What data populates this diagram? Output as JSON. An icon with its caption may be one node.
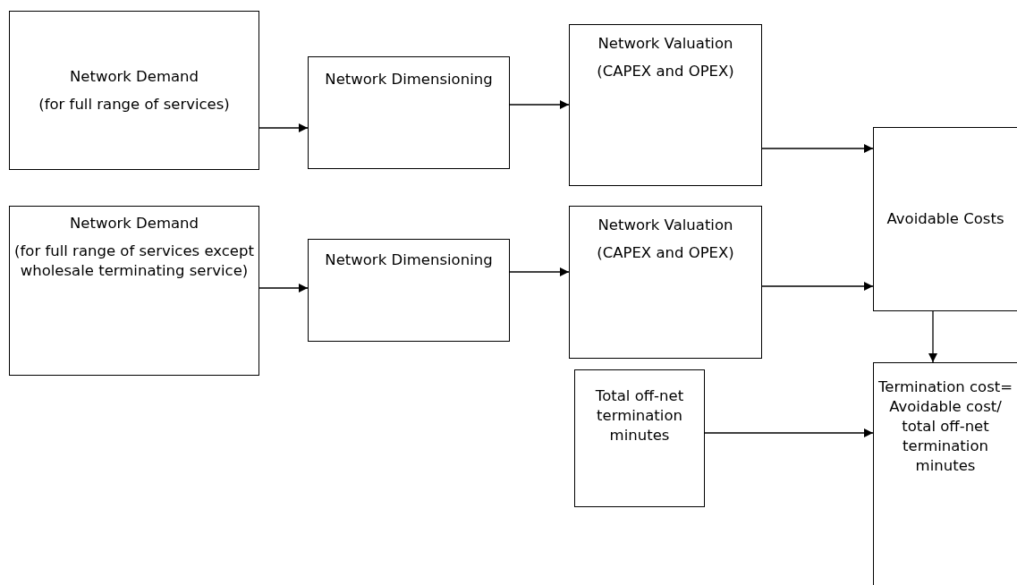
{
  "diagram": {
    "nodes": [
      {
        "text": [
          "Network Demand",
          "(for full range of services)"
        ]
      },
      {
        "text": [
          "Network Dimensioning"
        ]
      },
      {
        "text": [
          "Network Valuation",
          "(CAPEX and OPEX)"
        ]
      },
      {
        "text": [
          "Avoidable Costs"
        ]
      },
      {
        "text": [
          "Network Demand",
          "(for full range of services except wholesale terminating service)"
        ]
      },
      {
        "text": [
          "Network Dimensioning"
        ]
      },
      {
        "text": [
          "Network Valuation",
          "(CAPEX and OPEX)"
        ]
      },
      {
        "text": [
          "Total off-net termination minutes"
        ]
      },
      {
        "text": [
          "Termination cost= Avoidable cost/ total off-net termination minutes"
        ]
      }
    ],
    "edges": [
      {
        "from": 0,
        "to": 1,
        "arrow": "to"
      },
      {
        "from": 1,
        "to": 2,
        "arrow": "to"
      },
      {
        "from": 2,
        "to": 3,
        "arrow": "to"
      },
      {
        "from": 4,
        "to": 5,
        "arrow": "to"
      },
      {
        "from": 5,
        "to": 6,
        "arrow": "to"
      },
      {
        "from": 6,
        "to": 3,
        "arrow": "to"
      },
      {
        "from": 3,
        "to": 8,
        "arrow": "to"
      },
      {
        "from": 7,
        "to": 8,
        "arrow": "to"
      }
    ]
  }
}
